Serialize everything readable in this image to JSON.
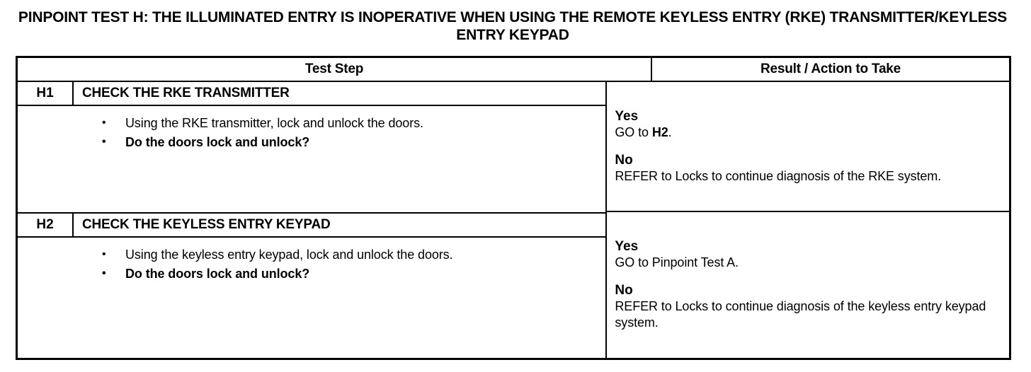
{
  "document": {
    "title": "PINPOINT TEST  H: THE ILLUMINATED ENTRY IS INOPERATIVE WHEN USING THE REMOTE KEYLESS ENTRY (RKE) TRANSMITTER/KEYLESS ENTRY KEYPAD"
  },
  "table": {
    "headers": {
      "test_step": "Test Step",
      "result": "Result / Action to Take"
    },
    "rows": [
      {
        "id": "H1",
        "title": "CHECK THE RKE TRANSMITTER",
        "bullets": [
          {
            "text": "Using the RKE transmitter, lock and unlock the doors.",
            "bold": false
          },
          {
            "text": "Do the doors lock and unlock?",
            "bold": true
          }
        ],
        "answers": [
          {
            "label": "Yes",
            "text_before": "GO to ",
            "text_bold": "H2",
            "text_after": "."
          },
          {
            "label": "No",
            "text_before": "REFER to Locks to continue diagnosis of the RKE system.",
            "text_bold": "",
            "text_after": ""
          }
        ]
      },
      {
        "id": "H2",
        "title": "CHECK THE KEYLESS ENTRY KEYPAD",
        "bullets": [
          {
            "text": "Using the keyless entry keypad, lock and unlock the doors.",
            "bold": false
          },
          {
            "text": "Do the doors lock and unlock?",
            "bold": true
          }
        ],
        "answers": [
          {
            "label": "Yes",
            "text_before": "GO to Pinpoint Test A.",
            "text_bold": "",
            "text_after": ""
          },
          {
            "label": "No",
            "text_before": "REFER to Locks to continue diagnosis of the keyless entry keypad system.",
            "text_bold": "",
            "text_after": ""
          }
        ]
      }
    ]
  },
  "colors": {
    "ink": "#000000",
    "paper": "#ffffff"
  }
}
